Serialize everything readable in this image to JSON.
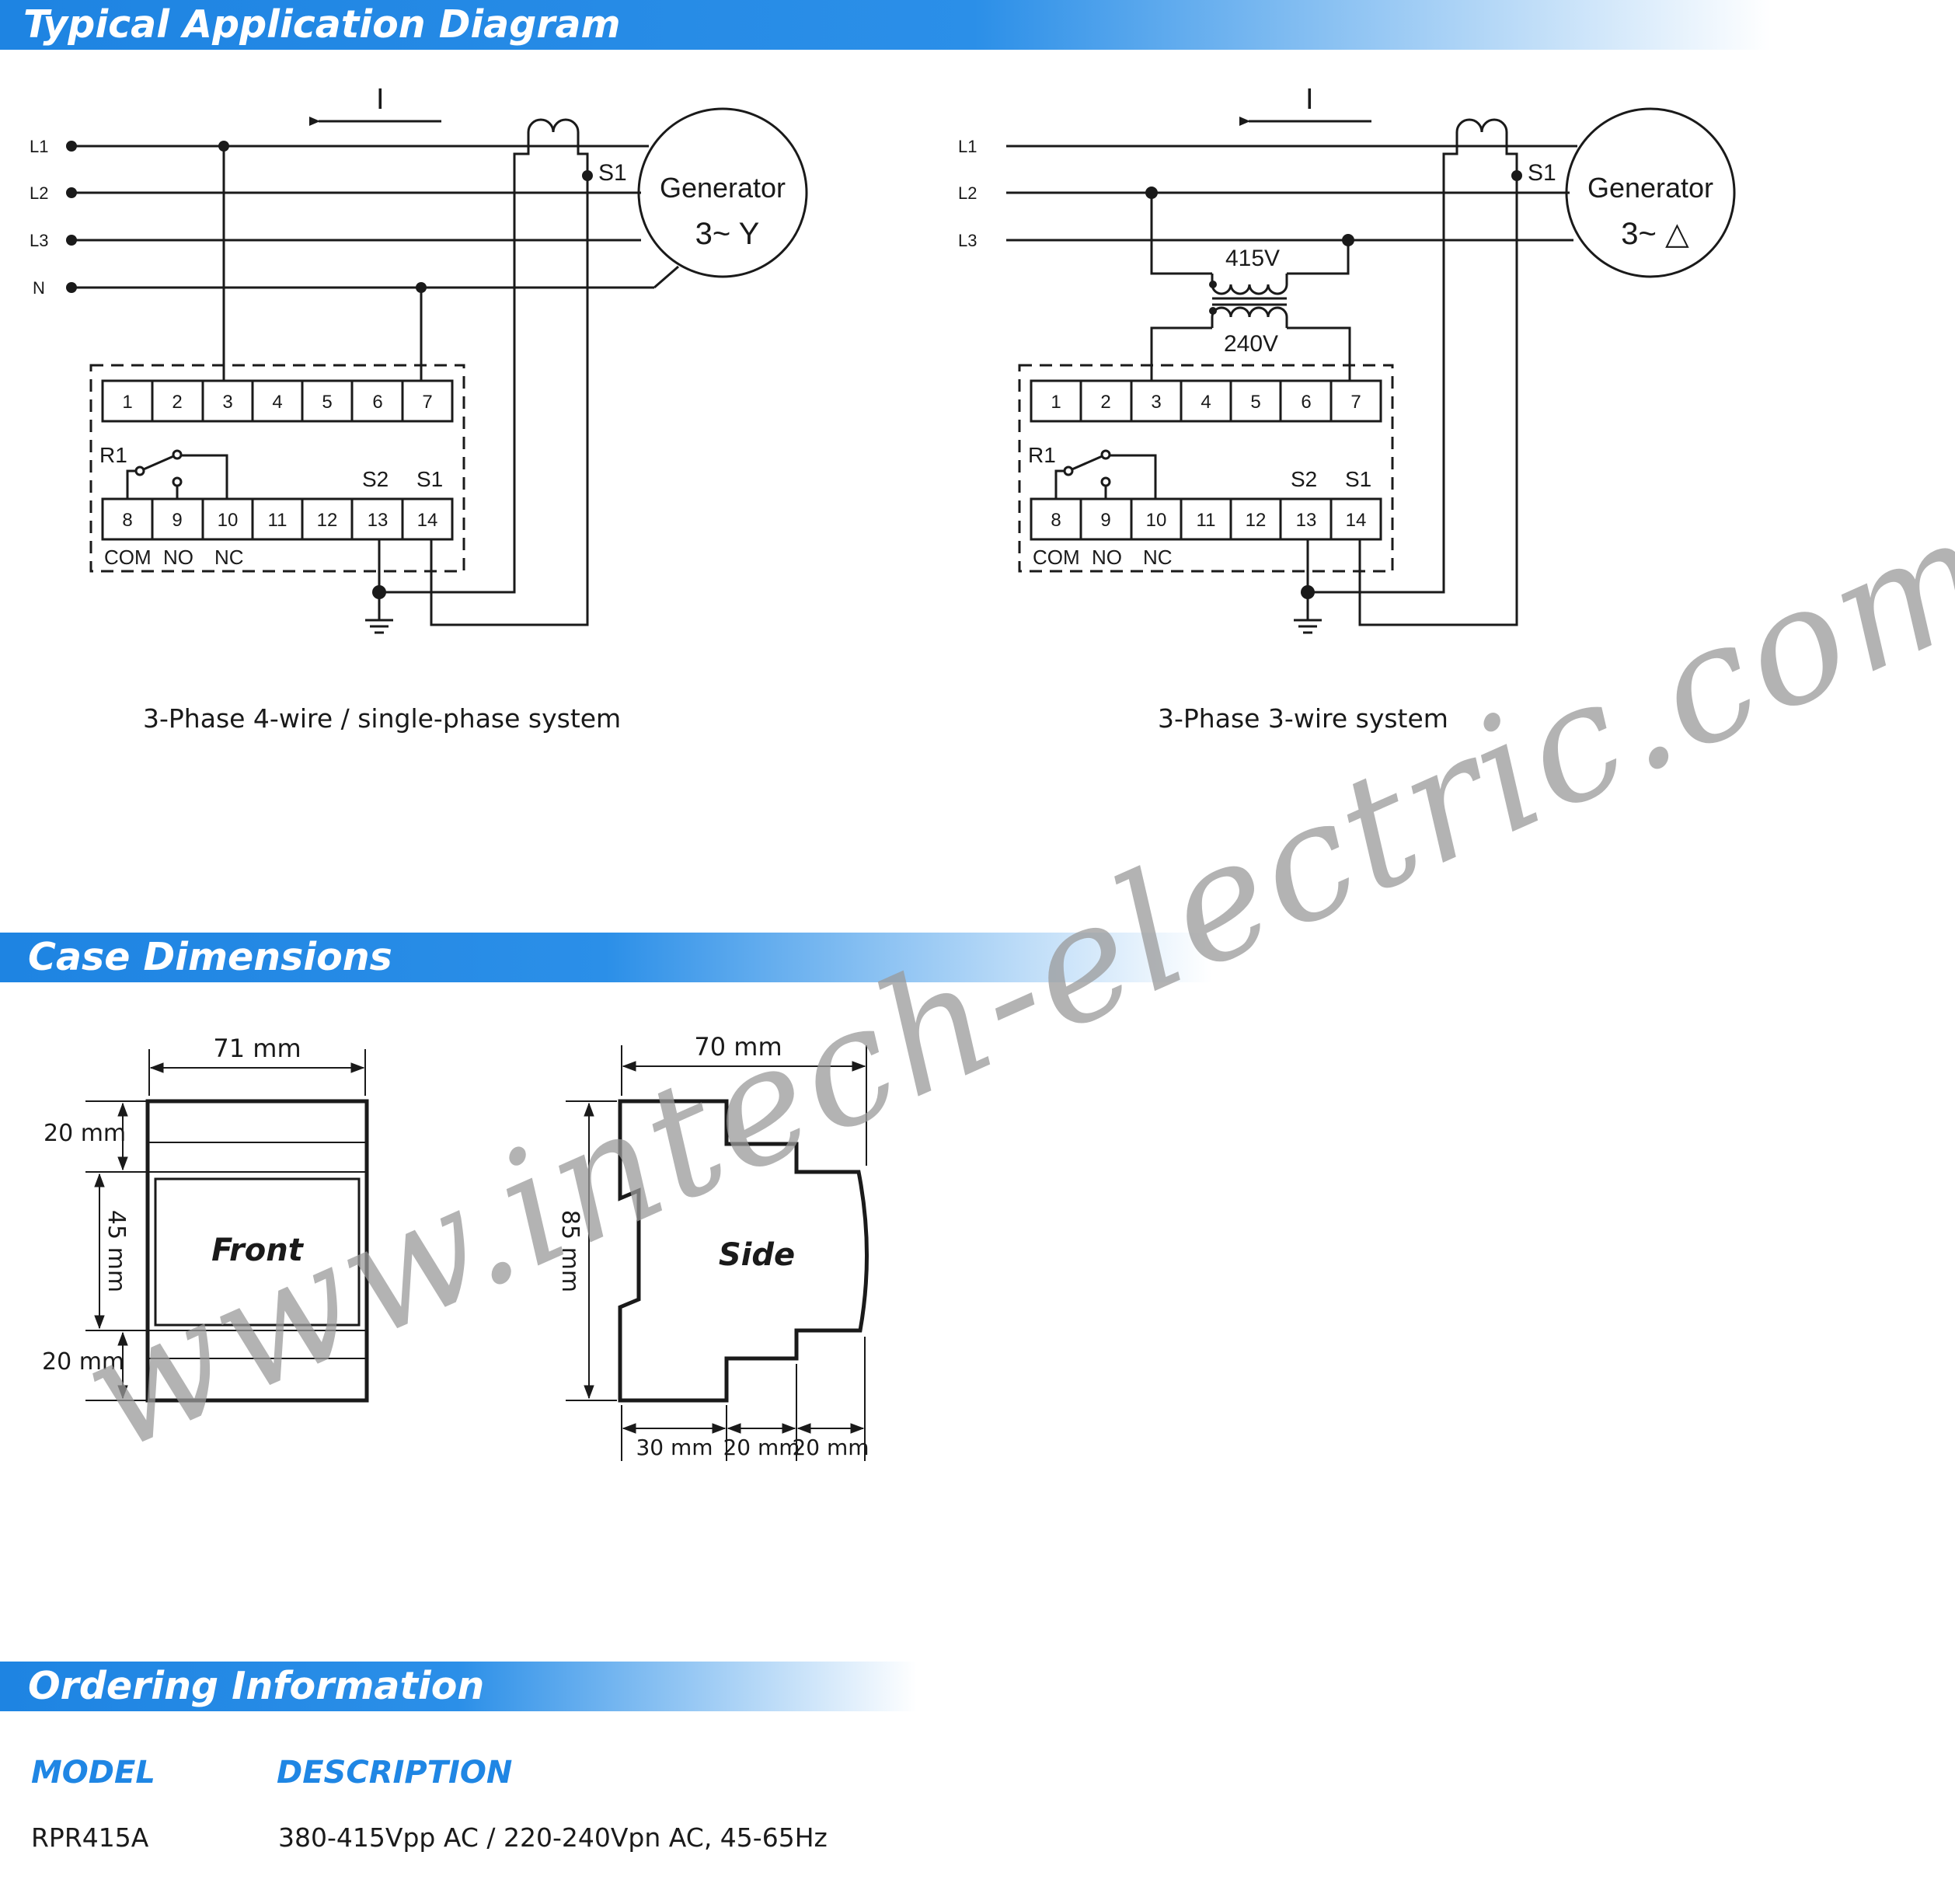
{
  "sections": {
    "application": {
      "title": "Typical Application Diagram"
    },
    "dimensions": {
      "title": "Case Dimensions"
    },
    "ordering": {
      "title": "Ordering Information"
    }
  },
  "colors": {
    "band_start": "#1e84e2",
    "band_end": "#ffffff",
    "heading_blue": "#1f86e4",
    "watermark": "#9a9a9a"
  },
  "diagram_left": {
    "lines": [
      "L1",
      "L2",
      "L3",
      "N"
    ],
    "current_label": "I",
    "s1_label": "S1",
    "generator": {
      "name": "Generator",
      "symbol": "3~ Y"
    },
    "terminals_top": [
      "1",
      "2",
      "3",
      "4",
      "5",
      "6",
      "7"
    ],
    "terminals_bottom": [
      "8",
      "9",
      "10",
      "11",
      "12",
      "13",
      "14"
    ],
    "relay_label": "R1",
    "s2_label": "S2",
    "s1_term_label": "S1",
    "relay_contacts": [
      "COM",
      "NO",
      "NC"
    ],
    "caption": "3-Phase 4-wire / single-phase system"
  },
  "diagram_right": {
    "lines": [
      "L1",
      "L2",
      "L3"
    ],
    "current_label": "I",
    "s1_label": "S1",
    "generator": {
      "name": "Generator",
      "symbol": "3~ △"
    },
    "transformer_primary": "415V",
    "transformer_secondary": "240V",
    "terminals_top": [
      "1",
      "2",
      "3",
      "4",
      "5",
      "6",
      "7"
    ],
    "terminals_bottom": [
      "8",
      "9",
      "10",
      "11",
      "12",
      "13",
      "14"
    ],
    "relay_label": "R1",
    "s2_label": "S2",
    "s1_term_label": "S1",
    "relay_contacts": [
      "COM",
      "NO",
      "NC"
    ],
    "caption": "3-Phase 3-wire system"
  },
  "dimensions": {
    "front": {
      "label": "Front",
      "width": "71 mm",
      "top": "20 mm",
      "middle": "45 mm",
      "bottom": "20 mm"
    },
    "side": {
      "label": "Side",
      "width": "70 mm",
      "height": "85 mm",
      "seg1": "30 mm",
      "seg2": "20 mm",
      "seg3": "20 mm"
    }
  },
  "ordering": {
    "header_model": "MODEL",
    "header_description": "DESCRIPTION",
    "rows": [
      {
        "model": "RPR415A",
        "description": "380-415Vpp AC / 220-240Vpn AC, 45-65Hz"
      }
    ]
  },
  "watermark": "www.intech-electric.com.my"
}
